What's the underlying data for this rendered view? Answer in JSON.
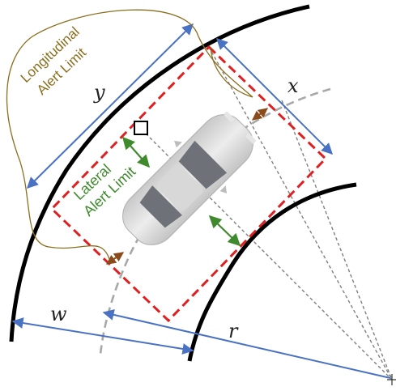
{
  "labels": {
    "longitudinal_line1": "Longitudinal",
    "longitudinal_line2": "Alert Limit",
    "lateral_line1": "Lateral",
    "lateral_line2": "Alert Limit",
    "y": "y",
    "x": "x",
    "w": "w",
    "r": "r"
  },
  "colors": {
    "road_edge": "#000000",
    "alert_box": "#e02020",
    "dimension": "#4a72c4",
    "longitudinal": "#8a6e1e",
    "lateral": "#3f8a2c",
    "gap_marker": "#8a4a1a",
    "centerline": "#a8a8a8",
    "guide": "#808080"
  }
}
